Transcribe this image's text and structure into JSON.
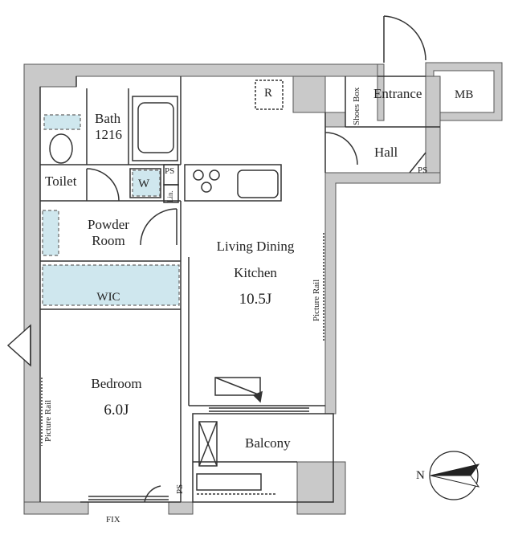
{
  "rooms": {
    "bath": "Bath",
    "bath_size": "1216",
    "toilet": "Toilet",
    "powder_room_1": "Powder",
    "powder_room_2": "Room",
    "wic": "WIC",
    "ldk_1": "Living Dining",
    "ldk_2": "Kitchen",
    "ldk_size": "10.5J",
    "bedroom": "Bedroom",
    "bedroom_size": "6.0J",
    "balcony": "Balcony",
    "entrance": "Entrance",
    "shoes_box": "Shoes Box",
    "hall": "Hall",
    "mb": "MB"
  },
  "marks": {
    "ps_bath": "PS",
    "ps_hall": "PS",
    "ps_bedroom": "PS",
    "lin": "Lin.",
    "w": "W",
    "r": "R",
    "picture_rail_ldk": "Picture Rail",
    "picture_rail_bed": "Picture Rail",
    "fix": "FIX",
    "north": "N"
  },
  "colors": {
    "wall": "#c9c9c9",
    "wall_stroke": "#555555",
    "line": "#333333",
    "storage": "#cfe7ee",
    "storage_dash": "#666666",
    "floor": "#ffffff"
  }
}
